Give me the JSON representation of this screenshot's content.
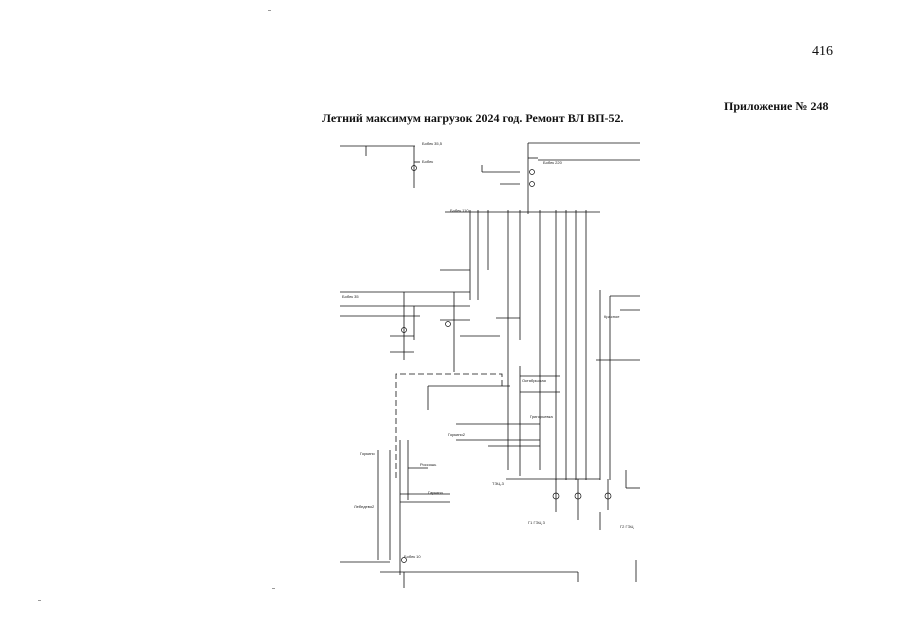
{
  "page": {
    "number": "416",
    "appendix": "Приложение № 248",
    "title": "Летний максимум нагрузок 2024 год. Ремонт ВЛ ВП-52."
  },
  "scheme": {
    "labels": {
      "top_left_1": "Бобек",
      "top_node": "Бобек 35,5",
      "right_top_node": "Бобек 220",
      "node_mid_1": "Бобек 110",
      "node_left": "Бобек 35",
      "node_gorkino": "Горкино",
      "node_gorkino2": "Горкино2",
      "node_lebedevo": "Лебедево2",
      "node_garkino": "Гаркино",
      "node_bottom": "Бобек 10",
      "node_tgu": "ТЭЦ-3",
      "node_g1": "Г1 ГЭЦ 3",
      "node_g2": "Г2 ГЭЦ",
      "node_oktyabr": "Октябрьская",
      "node_rossosh": "Россошь",
      "node_grigor": "Григорьевка",
      "node_krasn": "Красное"
    }
  }
}
